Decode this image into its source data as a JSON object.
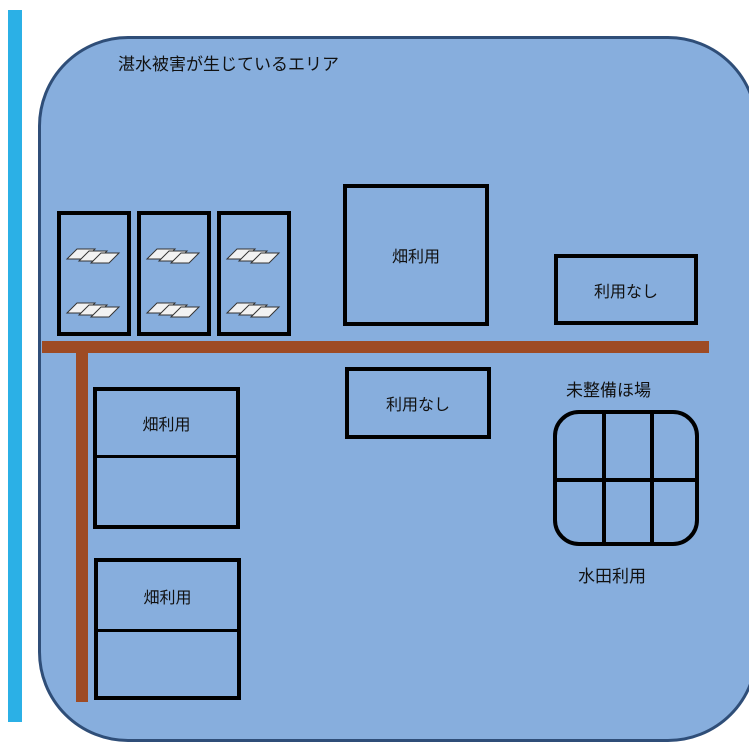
{
  "colors": {
    "river": "#2bb0e6",
    "flood_area": "#87aedd",
    "flood_area_border": "#2f4e78",
    "road": "#9e4b24",
    "box_border": "#000000"
  },
  "area_title": "湛水被害が生じているエリア",
  "greenhouse_group": {
    "columns": 3,
    "icons_per_column": 2,
    "icon": "greenhouse-icon"
  },
  "plots": {
    "field_top": "畑利用",
    "none_right": "利用なし",
    "none_middle": "利用なし",
    "field_lower_1": "畑利用",
    "field_lower_2": "畑利用"
  },
  "paddy": {
    "caption_top": "未整備ほ場",
    "caption_bottom": "水田利用"
  }
}
